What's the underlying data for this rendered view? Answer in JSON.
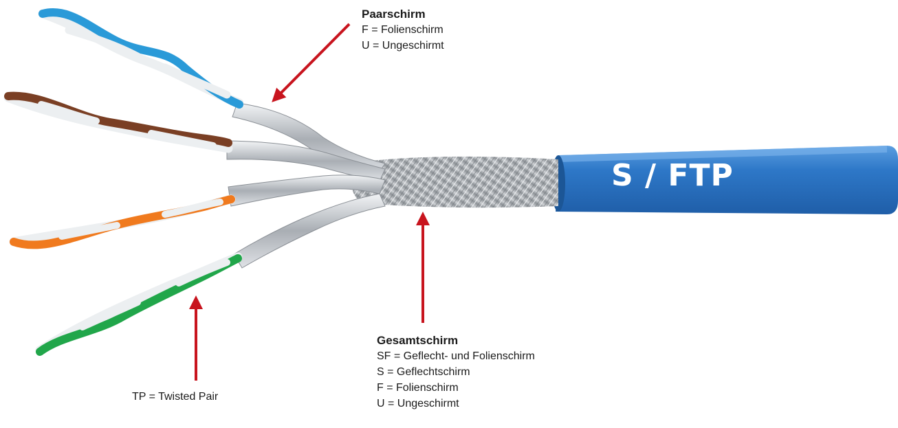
{
  "cable_label": "S / FTP",
  "pair_shield": {
    "heading": "Paarschirm",
    "lines": [
      "F = Folienschirm",
      "U = Ungeschirmt"
    ]
  },
  "overall_shield": {
    "heading": "Gesamtschirm",
    "lines": [
      "SF = Geflecht- und Folienschirm",
      "S = Geflechtschirm",
      "F = Folienschirm",
      "U = Ungeschirmt"
    ]
  },
  "twisted_pair": {
    "text": "TP = Twisted Pair"
  },
  "colors": {
    "jacket": "#2e78c8",
    "arrow": "#c8141e",
    "foil": "#c9cdd2",
    "pair_blue": "#2a9ad8",
    "pair_brown": "#7a3f24",
    "pair_orange": "#f07a1e",
    "pair_green": "#21a64a",
    "pair_white": "#eceff1"
  }
}
